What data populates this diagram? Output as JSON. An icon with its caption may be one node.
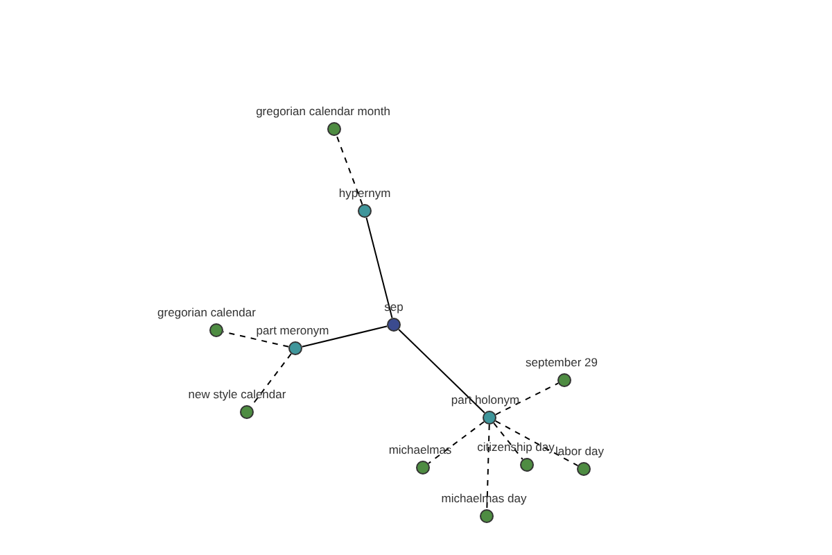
{
  "diagram": {
    "nodes": [
      {
        "text": [
          "sep"
        ]
      },
      {
        "text": [
          "hypernym"
        ]
      },
      {
        "text": [
          "gregorian calendar month"
        ]
      },
      {
        "text": [
          "part meronym"
        ]
      },
      {
        "text": [
          "gregorian calendar"
        ]
      },
      {
        "text": [
          "new style calendar"
        ]
      },
      {
        "text": [
          "part holonym"
        ]
      },
      {
        "text": [
          "september 29"
        ]
      },
      {
        "text": [
          "michaelmas"
        ]
      },
      {
        "text": [
          "citizenship day"
        ]
      },
      {
        "text": [
          "labor day"
        ]
      },
      {
        "text": [
          "michaelmas day"
        ]
      }
    ],
    "edges": [
      {
        "from": 0,
        "to": 1,
        "arrow": "none"
      },
      {
        "from": 1,
        "to": 2,
        "arrow": "none",
        "style": "dashed"
      },
      {
        "from": 0,
        "to": 3,
        "arrow": "none"
      },
      {
        "from": 3,
        "to": 4,
        "arrow": "none",
        "style": "dashed"
      },
      {
        "from": 3,
        "to": 5,
        "arrow": "none",
        "style": "dashed"
      },
      {
        "from": 0,
        "to": 6,
        "arrow": "none"
      },
      {
        "from": 6,
        "to": 7,
        "arrow": "none",
        "style": "dashed"
      },
      {
        "from": 6,
        "to": 8,
        "arrow": "none",
        "style": "dashed"
      },
      {
        "from": 6,
        "to": 9,
        "arrow": "none",
        "style": "dashed"
      },
      {
        "from": 6,
        "to": 10,
        "arrow": "none",
        "style": "dashed"
      },
      {
        "from": 6,
        "to": 11,
        "arrow": "none",
        "style": "dashed"
      }
    ]
  }
}
